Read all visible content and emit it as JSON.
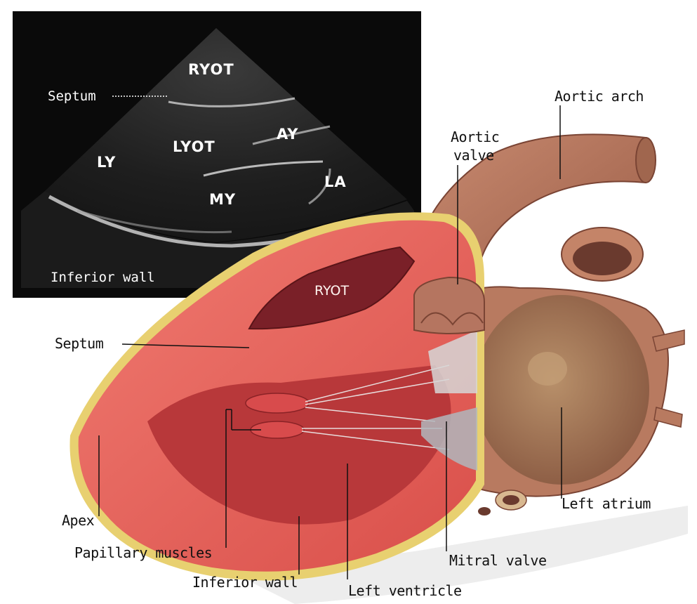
{
  "echo": {
    "labels": {
      "ryot": "RYOT",
      "septum": "Septum",
      "av": "AY",
      "lyot": "LYOT",
      "lv": "LY",
      "la": "LA",
      "mv": "MY",
      "inferior_wall": "Inferior wall"
    }
  },
  "illustration": {
    "inner_label": "RYOT",
    "labels": {
      "aortic_arch": "Aortic arch",
      "aortic_valve_line1": "Aortic",
      "aortic_valve_line2": "valve",
      "septum": "Septum",
      "apex": "Apex",
      "papillary_muscles": "Papillary muscles",
      "inferior_wall": "Inferior wall",
      "left_ventricle": "Left ventricle",
      "mitral_valve": "Mitral valve",
      "left_atrium": "Left atrium"
    }
  },
  "colors": {
    "echo_bg": "#0a0a0a",
    "myocardium": "#e8625a",
    "chamber": "#b8383a",
    "aorta": "#b87860",
    "atrium": "#b08060",
    "fat": "#e8d070"
  }
}
